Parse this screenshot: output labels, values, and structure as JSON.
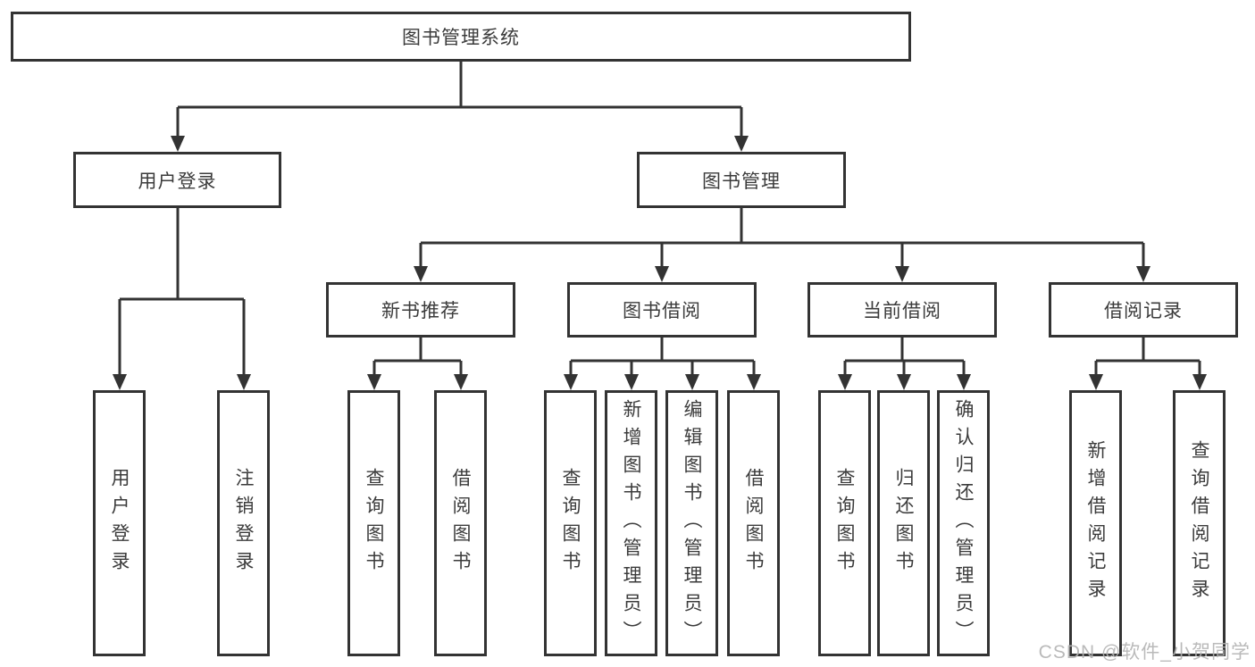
{
  "nodes": {
    "root": "图书管理系统",
    "user_login": "用户登录",
    "book_mgmt": "图书管理",
    "new_book_rec": "新书推荐",
    "book_borrow": "图书借阅",
    "current_borrow": "当前借阅",
    "borrow_records": "借阅记录",
    "leaves_login": [
      "用户登录",
      "注销登录"
    ],
    "leaves_new_book": [
      "查询图书",
      "借阅图书"
    ],
    "leaves_book_borrow": [
      "查询图书",
      "新增图书（管理员）",
      "编辑图书（管理员）",
      "借阅图书"
    ],
    "leaves_current": [
      "查询图书",
      "归还图书",
      "确认归还（管理员）"
    ],
    "leaves_records": [
      "新增借阅记录",
      "查询借阅记录"
    ]
  },
  "watermark": {
    "text": "CSDN @软件_小贺同学"
  },
  "colors": {
    "line": "#333333",
    "text": "#3b3b3b",
    "background": "#ffffff",
    "watermark": "#b2b2b2"
  }
}
